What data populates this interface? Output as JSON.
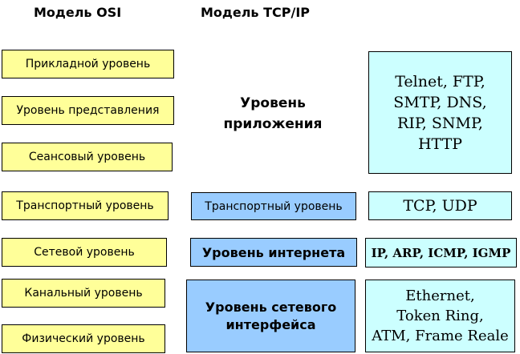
{
  "headings": {
    "osi": "Модель OSI",
    "tcpip": "Модель TCP/IP"
  },
  "osi_layers": [
    "Прикладной уровень",
    "Уровень представления",
    "Сеансовый уровень",
    "Транспортный уровень",
    "Сетевой уровень",
    "Канальный уровень",
    "Физический уровень"
  ],
  "tcpip_layers": {
    "application": "Уровень\nприложения",
    "transport": "Транспортный уровень",
    "internet": "Уровень интернета",
    "network_interface": "Уровень сетевого\nинтерфейса"
  },
  "protocols": {
    "application": "Telnet, FTP,\nSMTP, DNS,\nRIP, SNMP,\nHTTP",
    "transport": "TCP, UDP",
    "internet": "IP, ARP, ICMP, IGMP",
    "network_interface": "Ethernet,\nToken Ring,\nATM, Frame Reale"
  },
  "colors": {
    "osi_fill": "#ffff99",
    "tcpip_fill": "#99ccff",
    "protocol_fill": "#ccffff"
  }
}
